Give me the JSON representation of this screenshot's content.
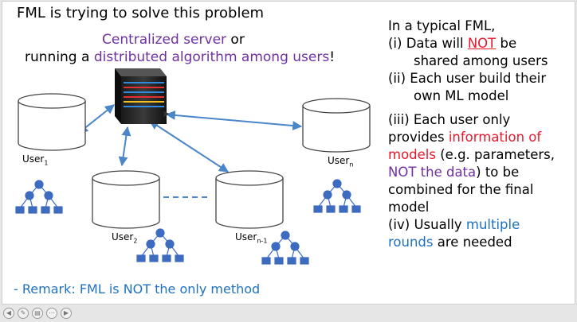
{
  "slide": {
    "title": "FML is trying to solve this problem",
    "subtitle_line1": {
      "part1": "Centralized server",
      "part2": " or"
    },
    "subtitle_line2": {
      "part1": "running a ",
      "part2": "distributed algorithm among users",
      "part3": "!"
    },
    "users": {
      "user1": {
        "base": "User",
        "sub": "1"
      },
      "user2": {
        "base": "User",
        "sub": "2"
      },
      "usern1": {
        "base": "User",
        "sub": "n-1"
      },
      "usern": {
        "base": "User",
        "sub": "n"
      }
    },
    "right_text": {
      "l1": "In a typical FML,",
      "l2_prefix": "(i)  Data will ",
      "l2_not": "NOT",
      "l2_suffix": " be",
      "l3": "shared among users",
      "l4": "(ii) Each user build their",
      "l5": "own ML model",
      "l6": "(iii) Each user only",
      "l7_prefix": "provides ",
      "l7_red": "information of",
      "l8_red": "models",
      "l8_suffix": " (e.g. parameters,",
      "l9_purple": "NOT the data",
      "l9_suffix": ") to be",
      "l10": "combined for the final",
      "l11": "model",
      "l12_prefix": "(iv) Usually ",
      "l12_blue": "multiple",
      "l13_blue": "rounds",
      "l13_suffix": " are needed"
    },
    "remark": "- Remark: FML is NOT the only method"
  },
  "colors": {
    "purple": "#7030a0",
    "red": "#e8182b",
    "blue": "#1f72c2",
    "tree": "#3c6bbf",
    "arrow": "#4a86c8"
  }
}
